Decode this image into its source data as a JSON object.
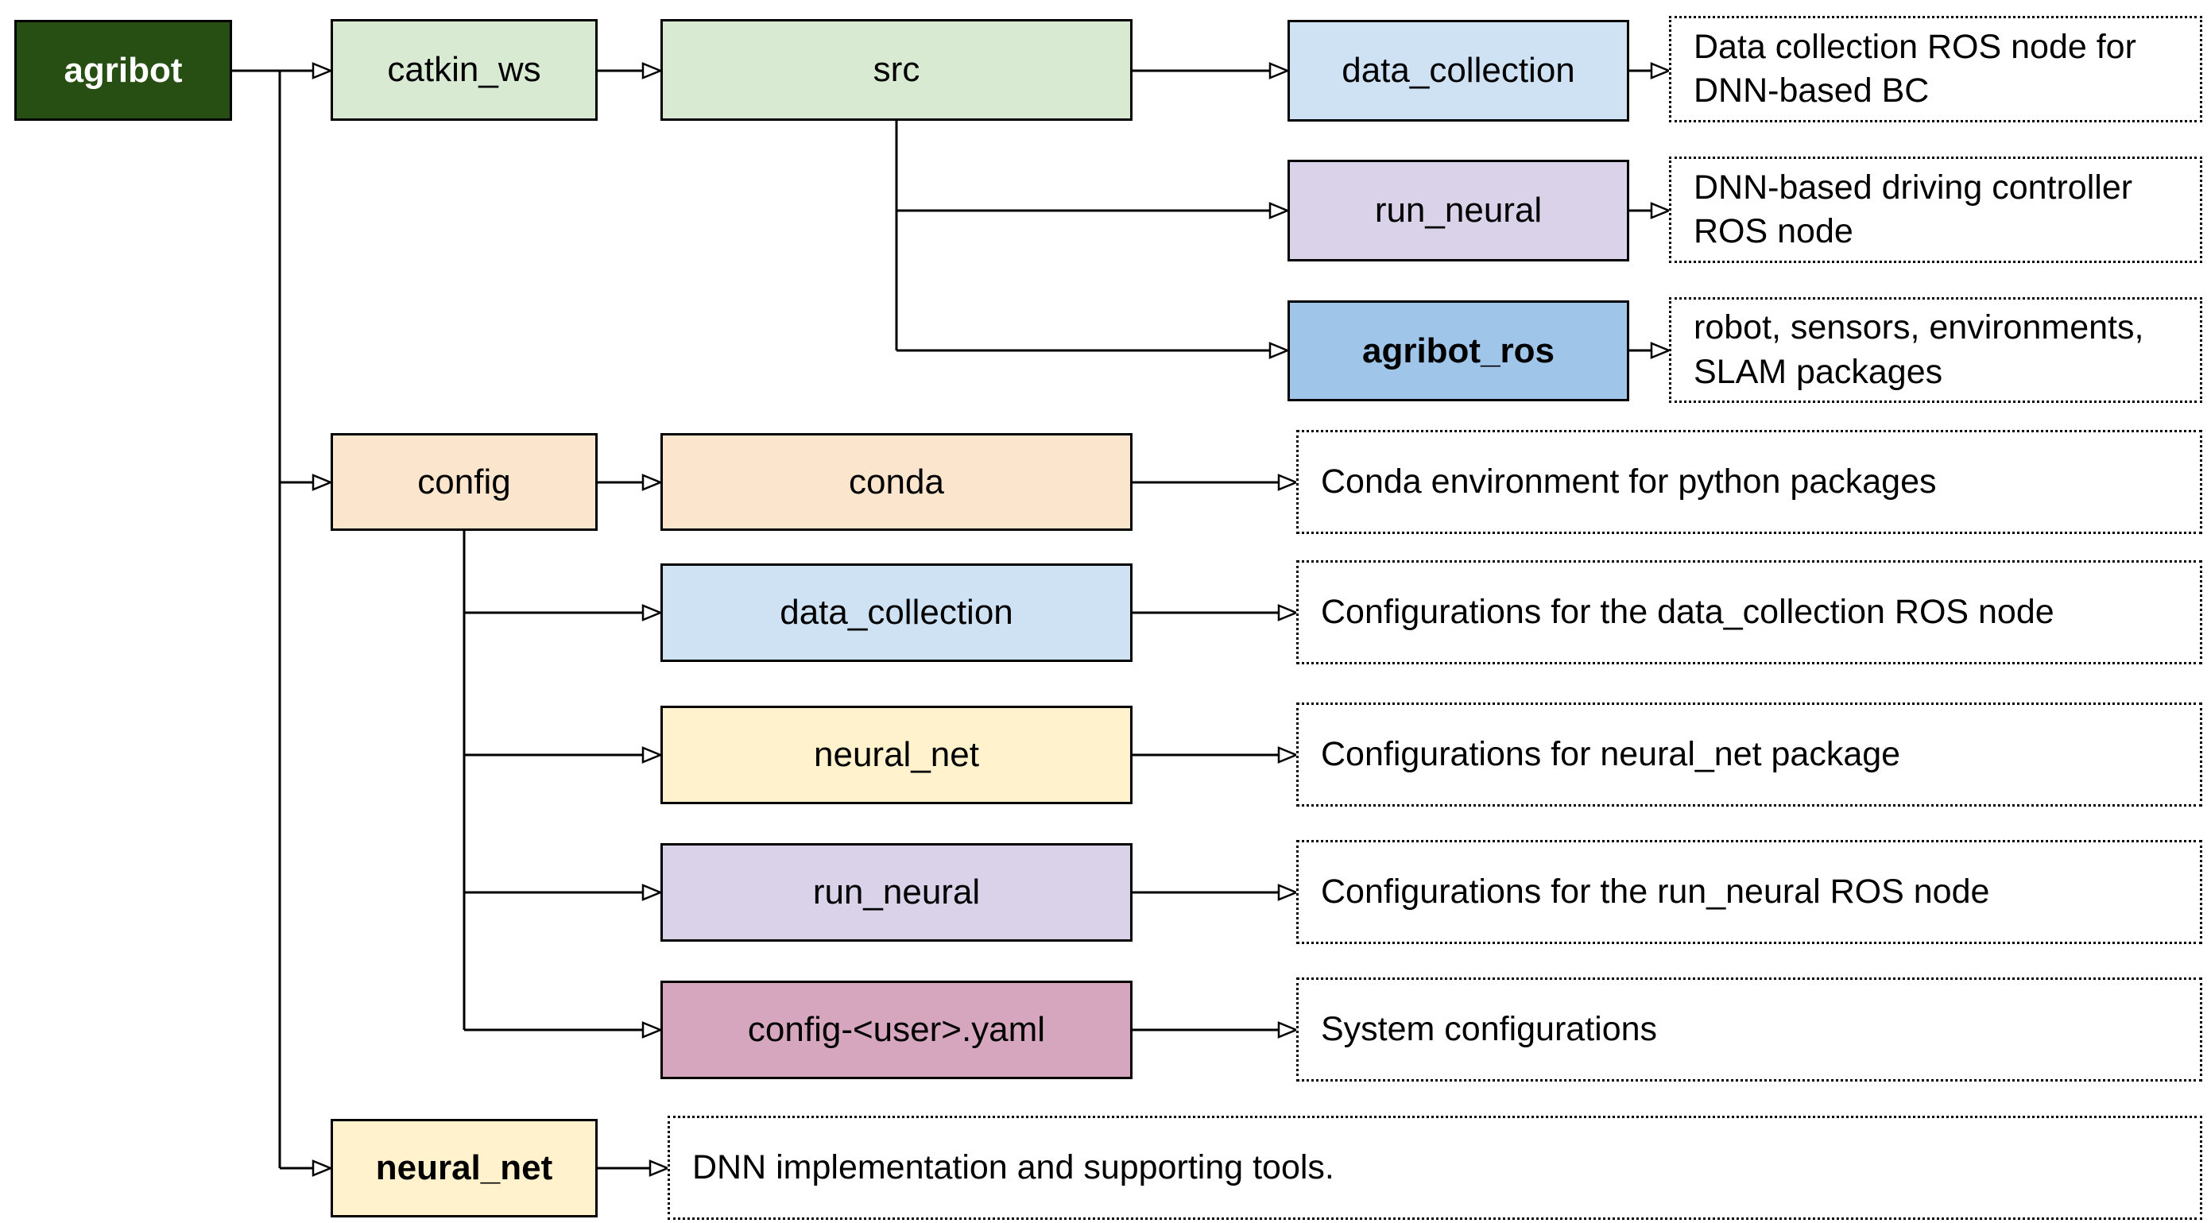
{
  "palette": {
    "root_dark_green": "#274e13",
    "light_green": "#d9ead3",
    "light_blue": "#cfe2f3",
    "medium_blue": "#9fc5e8",
    "light_purple": "#d9d2e9",
    "peach": "#fce5cd",
    "light_yellow": "#fff2cc",
    "pink": "#d5a6bd",
    "connector_line": "#000000",
    "background": "#ffffff"
  },
  "nodes": {
    "agribot": {
      "label": "agribot"
    },
    "catkin_ws": {
      "label": "catkin_ws"
    },
    "src": {
      "label": "src"
    },
    "data_collection_src": {
      "label": "data_collection"
    },
    "run_neural_src": {
      "label": "run_neural"
    },
    "agribot_ros": {
      "label": "agribot_ros"
    },
    "config": {
      "label": "config"
    },
    "conda": {
      "label": "conda"
    },
    "data_collection_config": {
      "label": "data_collection"
    },
    "neural_net_config": {
      "label": "neural_net"
    },
    "run_neural_config": {
      "label": "run_neural"
    },
    "config_user_yaml": {
      "label": "config-<user>.yaml"
    },
    "neural_net_root": {
      "label": "neural_net"
    }
  },
  "descriptions": {
    "data_collection_src": "Data collection ROS node for DNN-based BC",
    "run_neural_src": "DNN-based driving controller ROS node",
    "agribot_ros": "robot, sensors, environments, SLAM packages",
    "conda": "Conda environment for python packages",
    "data_collection_config": "Configurations for the data_collection ROS node",
    "neural_net_config": "Configurations for neural_net package",
    "run_neural_config": "Configurations for the run_neural ROS node",
    "config_user_yaml": "System configurations",
    "neural_net_root": "DNN implementation and supporting tools."
  }
}
